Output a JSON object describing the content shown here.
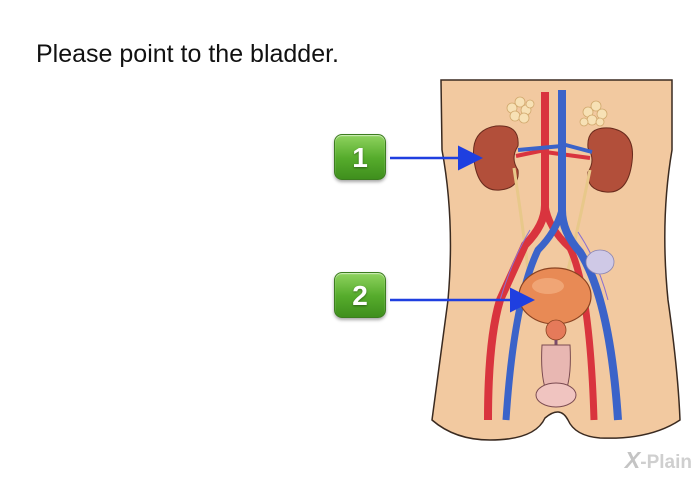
{
  "question": {
    "text": "Please point to the bladder."
  },
  "answers": [
    {
      "label": "1",
      "target": "kidney"
    },
    {
      "label": "2",
      "target": "bladder"
    }
  ],
  "logo": {
    "prefix": "X",
    "text": "-Plain"
  },
  "colors": {
    "button_green": "#56ac2c",
    "pointer_arrow": "#1f3fe0",
    "artery": "#d9343e",
    "vein": "#3b63c9",
    "skin": "#f2c9a0",
    "organ": "#e88a55"
  }
}
